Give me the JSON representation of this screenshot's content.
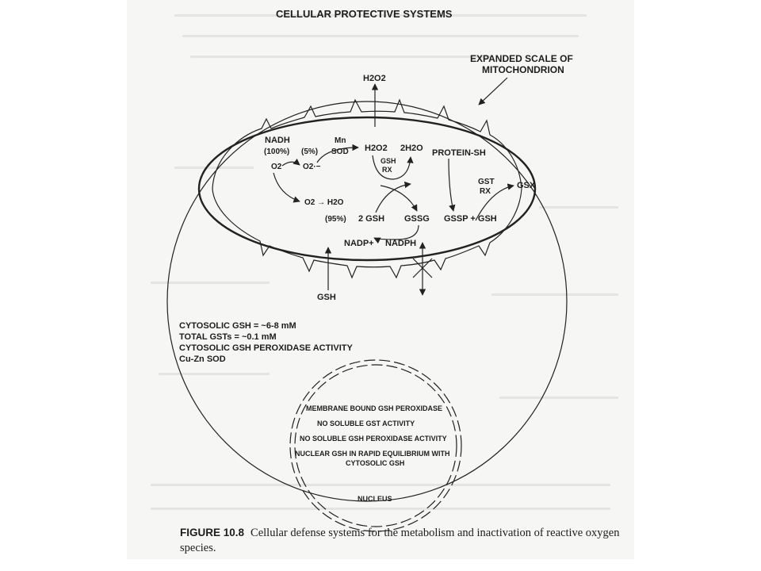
{
  "diagram": {
    "title": "CELLULAR PROTECTIVE SYSTEMS",
    "scale_note": [
      "EXPANDED SCALE OF",
      "MITOCHONDRION"
    ],
    "outside": {
      "h2o2_out": "H2O2",
      "gsh_in": "GSH"
    },
    "mitochondrion": {
      "nadh": "NADH",
      "pct100": "(100%)",
      "pct5": "(5%)",
      "mn": "Mn",
      "sod": "SOD",
      "h2o2": "H2O2",
      "two_h2o": "2H2O",
      "o2": "O2",
      "o2_superoxide": "O2·−",
      "gsh_label": "GSH",
      "rx_label": "RX",
      "protein_sh": "PROTEIN-SH",
      "gst": "GST",
      "rx2": "RX",
      "gsx": "GSX",
      "o2_to_h2o": "O2 → H2O",
      "pct95": "(95%)",
      "two_gsh": "2 GSH",
      "gssg": "GSSG",
      "gssp_gsh": "GSSP + GSH",
      "nadp": "NADP+",
      "nadph": "NADPH"
    },
    "cytosol_notes": [
      "CYTOSOLIC GSH = ~6-8 mM",
      "TOTAL GSTs = ~0.1 mM",
      "CYTOSOLIC GSH PEROXIDASE ACTIVITY",
      "Cu-Zn SOD"
    ],
    "nucleus_notes": [
      "MEMBRANE BOUND GSH PEROXIDASE",
      "NO SOLUBLE GST ACTIVITY",
      "NO SOLUBLE GSH PEROXIDASE ACTIVITY",
      "NUCLEAR GSH IN RAPID EQUILIBRIUM WITH",
      "CYTOSOLIC GSH"
    ],
    "nucleus_label": "NUCLEUS"
  },
  "caption": {
    "figure_number": "FIGURE 10.8",
    "text": "Cellular defense systems for the metabolism and inactivation of reactive oxygen species."
  }
}
